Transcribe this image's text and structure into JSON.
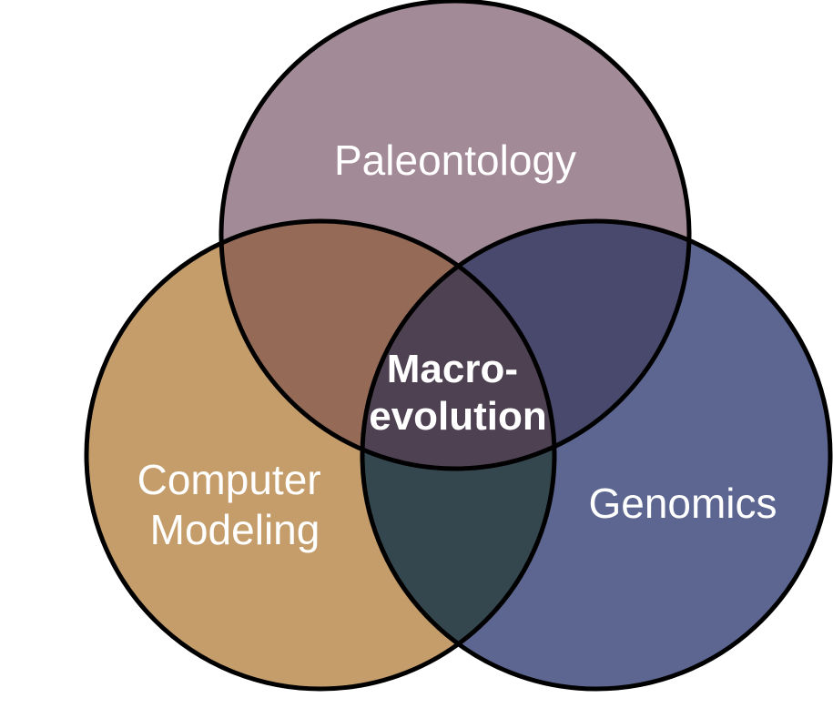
{
  "diagram": {
    "type": "venn-3",
    "sets": [
      {
        "id": "top",
        "label_lines": [
          "Paleontology"
        ],
        "color": "#a38a97"
      },
      {
        "id": "left",
        "label_lines": [
          "Computer",
          "Modeling"
        ],
        "color": "#c49d6b"
      },
      {
        "id": "right",
        "label_lines": [
          "Genomics"
        ],
        "color": "#5c6690"
      }
    ],
    "overlaps": {
      "top_left": "#956b58",
      "top_right": "#48496c",
      "left_right": "#34474f",
      "center": "#4e4152"
    },
    "center_label_lines": [
      "Macro-",
      "evolution"
    ],
    "outline_color": "#000000"
  }
}
